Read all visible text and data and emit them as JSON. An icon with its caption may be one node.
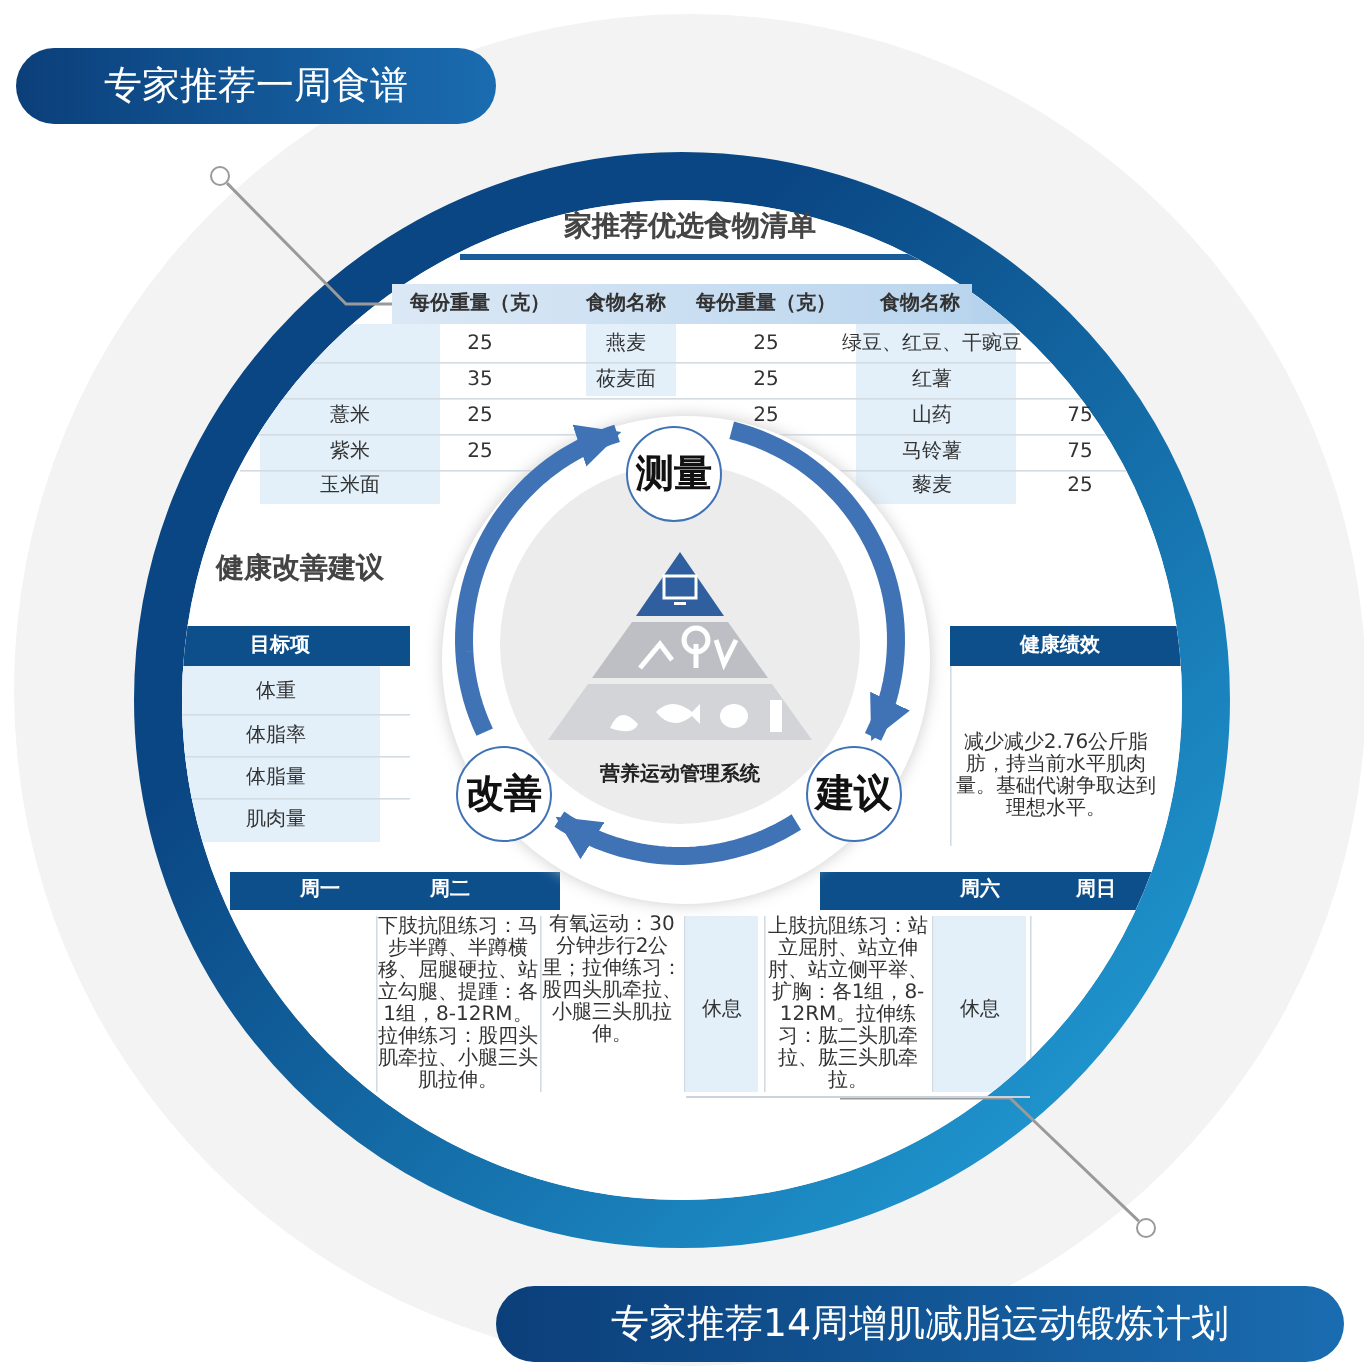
{
  "diagram": {
    "nodes": [
      {
        "text": [
          "专家推荐一周食谱"
        ]
      },
      {
        "text": [
          "专家推荐14周增肌减脂运动锻炼计划"
        ]
      },
      {
        "text": [
          "测量"
        ]
      },
      {
        "text": [
          "建议"
        ]
      },
      {
        "text": [
          "改善"
        ]
      },
      {
        "text": [
          "营养运动管理系统"
        ]
      },
      {
        "text": [],
        "shape": "circle"
      },
      {
        "text": [],
        "shape": "circle"
      },
      {
        "text": [
          "每份重量（克）",
          "食物名称",
          "每份重量（克）",
          "食物名称"
        ]
      },
      {
        "text": [
          "休息",
          "上肢抗阻练习：站立屈肘、站立伸肘、站立侧平举、扩胸：各1组，8-12RM。拉伸练习：肱二头肌牵拉、肱三头肌牵拉。",
          "休息"
        ]
      }
    ],
    "edges": [
      {
        "from": 2,
        "to": 3,
        "arrow": "to"
      },
      {
        "from": 3,
        "to": 4,
        "arrow": "to"
      },
      {
        "from": 4,
        "to": 2,
        "arrow": "to"
      },
      {
        "from": 6,
        "to": 8,
        "arrow": "none",
        "color": "#9a9a9a"
      },
      {
        "from": 7,
        "to": 9,
        "arrow": "none",
        "color": "#9a9a9a"
      }
    ],
    "labels": [
      "家推荐优选食物清单",
      "25",
      "燕麦",
      "25",
      "绿豆、红豆、干豌豆",
      "35",
      "莜麦面",
      "25",
      "红薯",
      "薏米",
      "25",
      "25",
      "山药",
      "75",
      "紫米",
      "25",
      "马铃薯",
      "75",
      "玉米面",
      "藜麦",
      "25",
      "健康改善建议",
      "目标项",
      "健康绩效",
      "体重",
      "体脂率",
      "体脂量",
      "肌肉量",
      "减少减少2.76公斤脂肪，持当前水平肌肉量。基础代谢争取达到理想水平。",
      "周一",
      "周二",
      "周六",
      "周日",
      "下肢抗阻练习：马步半蹲、半蹲横移、屈腿硬拉、站立勾腿、提踵：各1组，8-12RM。拉伸练习：股四头肌牵拉、小腿三头肌拉伸。",
      "有氧运动：30分钟步行2公里；拉伸练习：股四头肌牵拉、小腿三头肌拉伸。"
    ]
  }
}
